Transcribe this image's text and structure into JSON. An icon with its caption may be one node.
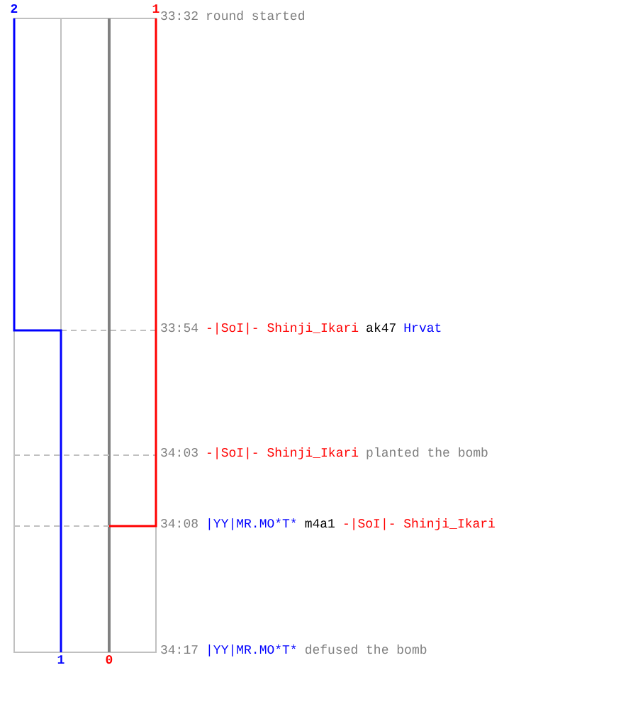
{
  "diagram": {
    "labels": [
      "2",
      "1",
      "33:32",
      "round started",
      "33:54",
      "-|SoI|- Shinji_Ikari",
      "ak47",
      "Hrvat",
      "34:03",
      "-|SoI|- Shinji_Ikari",
      "planted the bomb",
      "34:08",
      "|YY|MR.MO*T*",
      "m4a1",
      "-|SoI|- Shinji_Ikari",
      "1",
      "0",
      "34:17",
      "|YY|MR.MO*T*",
      "defused the bomb"
    ]
  }
}
